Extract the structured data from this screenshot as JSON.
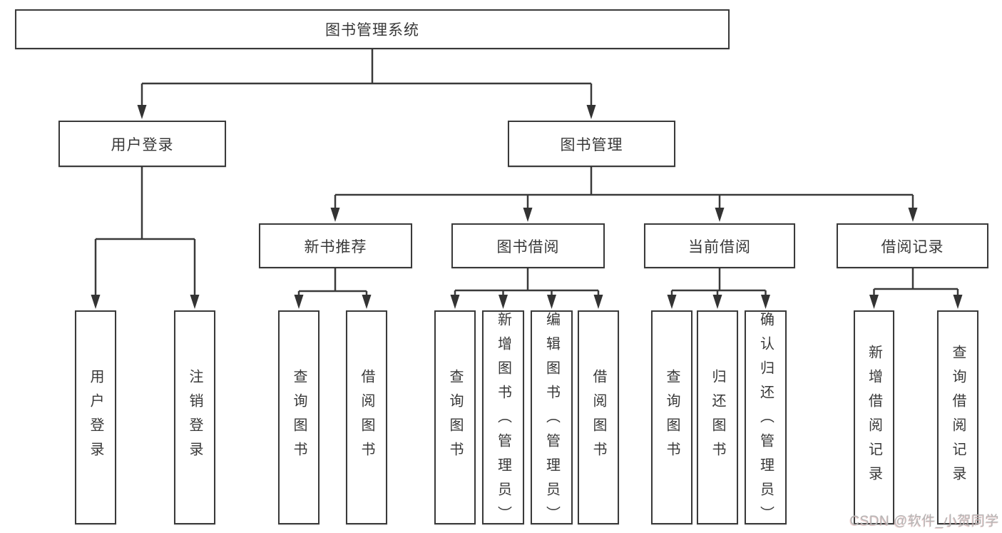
{
  "diagram": {
    "title": "图书管理系统",
    "watermark": "CSDN @软件_小贺同学",
    "colors": {
      "line": "#3a3a3a",
      "text": "#383838",
      "background": "#ffffff",
      "watermark_gray": "#b5b5b5"
    },
    "nodes": {
      "root": {
        "label": "图书管理系统"
      },
      "level2": [
        {
          "label": "用户登录"
        },
        {
          "label": "图书管理"
        }
      ],
      "level3": [
        {
          "label": "新书推荐"
        },
        {
          "label": "图书借阅"
        },
        {
          "label": "当前借阅"
        },
        {
          "label": "借阅记录"
        }
      ],
      "leaves": [
        {
          "label": "用户登录",
          "parent": "用户登录"
        },
        {
          "label": "注销登录",
          "parent": "用户登录"
        },
        {
          "label": "查询图书",
          "parent": "新书推荐"
        },
        {
          "label": "借阅图书",
          "parent": "新书推荐"
        },
        {
          "label": "查询图书",
          "parent": "图书借阅"
        },
        {
          "label": "新增图书（管理员）",
          "parent": "图书借阅"
        },
        {
          "label": "编辑图书（管理员）",
          "parent": "图书借阅"
        },
        {
          "label": "借阅图书",
          "parent": "图书借阅"
        },
        {
          "label": "查询图书",
          "parent": "当前借阅"
        },
        {
          "label": "归还图书",
          "parent": "当前借阅"
        },
        {
          "label": "确认归还（管理员）",
          "parent": "当前借阅"
        },
        {
          "label": "新增借阅记录",
          "parent": "借阅记录"
        },
        {
          "label": "查询借阅记录",
          "parent": "借阅记录"
        }
      ]
    }
  }
}
